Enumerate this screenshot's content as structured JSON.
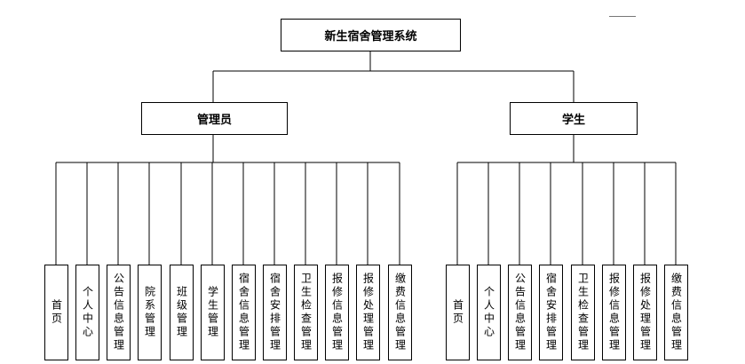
{
  "root": {
    "label": "新生宿舍管理系统"
  },
  "branches": [
    {
      "label": "管理员",
      "modules": [
        "首页",
        "个人中心",
        "公告信息管理",
        "院系管理",
        "班级管理",
        "学生管理",
        "宿舍信息管理",
        "宿舍安排管理",
        "卫生检查管理",
        "报修信息管理",
        "报修处理管理",
        "缴费信息管理"
      ]
    },
    {
      "label": "学生",
      "modules": [
        "首页",
        "个人中心",
        "公告信息管理",
        "宿舍安排管理",
        "卫生检查管理",
        "报修信息管理",
        "报修处理管理",
        "缴费信息管理"
      ]
    }
  ]
}
